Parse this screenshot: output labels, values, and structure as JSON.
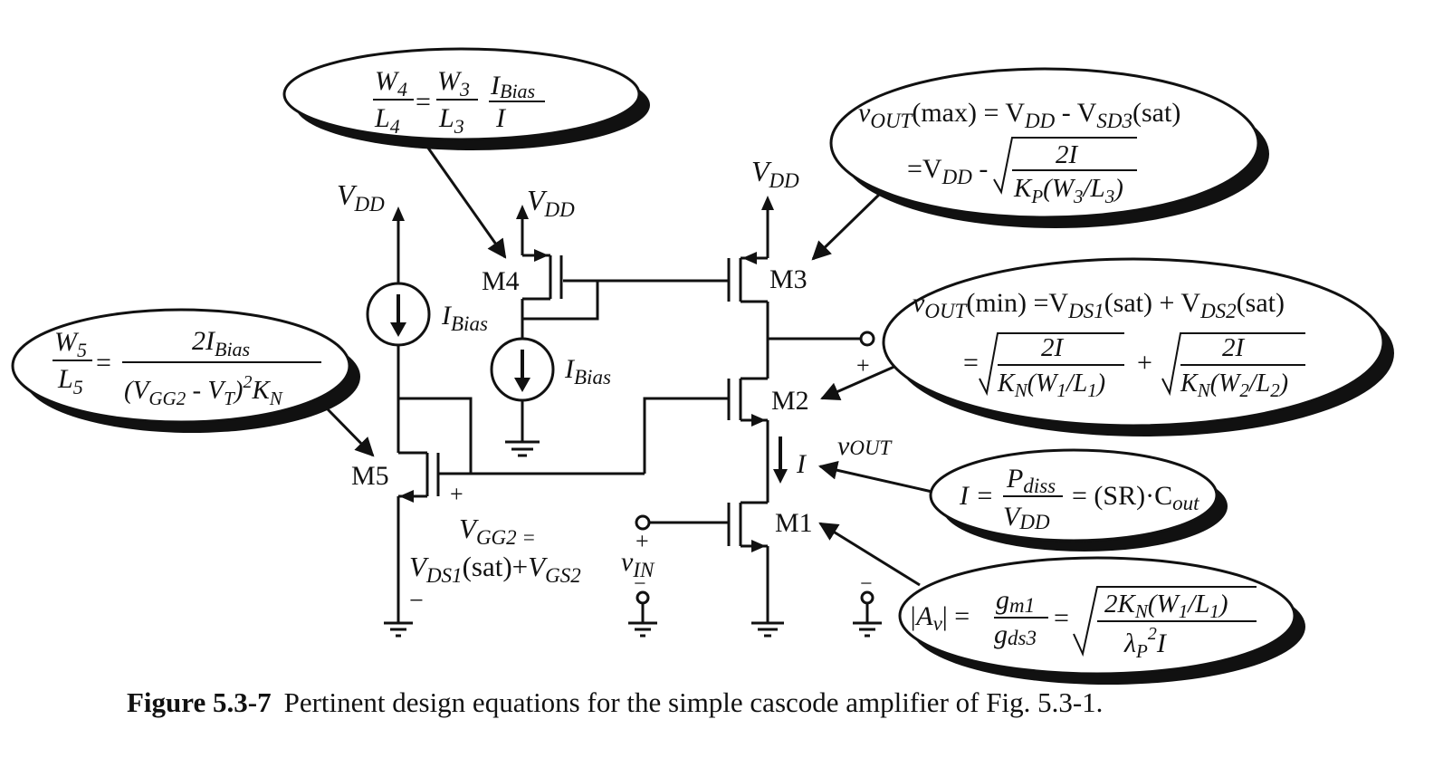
{
  "caption": {
    "label": "Figure 5.3-7",
    "text": "Pertinent design equations for the simple cascode amplifier of Fig. 5.3-1."
  },
  "labels": {
    "vdd": "DD",
    "v": "V",
    "m1": "M1",
    "m2": "M2",
    "m3": "M3",
    "m4": "M4",
    "m5": "M5",
    "ibias": "Bias",
    "i": "I",
    "vout": "OUT",
    "vin": "IN",
    "plus": "+",
    "minus": "−",
    "vgg2_line1": "GG2 =",
    "vgg2_line2a": "DS1",
    "vgg2_line2b": "(sat)+",
    "vgg2_line2c": "GS2"
  },
  "equations": {
    "w4": {
      "W": "W",
      "L": "L",
      "I": "I",
      "sub4": "4",
      "sub3": "3",
      "bias": "Bias",
      "eq": "="
    },
    "w5": {
      "W": "W",
      "L": "L",
      "sub5": "5",
      "eq": "=",
      "num": "2I",
      "bias": "Bias",
      "den_a": "(V",
      "den_b": "GG2",
      "den_c": " - V",
      "den_d": "T",
      "den_e": ")",
      "den_f": "2",
      "den_g": "K",
      "den_h": "N"
    },
    "voutmax": {
      "a": "OUT",
      "b": "(max) = V",
      "c": "DD",
      "d": " - V",
      "e": "SD3",
      "f": "(sat)",
      "g": "=V",
      "h": "DD",
      "i": " -",
      "num": "2I",
      "den_a": "K",
      "den_b": "P",
      "den_c": "(W",
      "den_d": "3",
      "den_e": "/L",
      "den_f": "3",
      "den_g": ")"
    },
    "voutmin": {
      "a": "OUT",
      "b": "(min) =V",
      "c": "DS1",
      "d": "(sat) + V",
      "e": "DS2",
      "f": "(sat)",
      "eq": "=",
      "plus": "+",
      "num": "2I",
      "k": "K",
      "n": "N",
      "w": "(W",
      "s1": "1",
      "s2": "2",
      "l": "/L",
      "close": ")"
    },
    "current": {
      "a": "I =",
      "p": "P",
      "diss": "diss",
      "vdd_v": "V",
      "vdd_dd": "DD",
      "eq": "= (SR)·C",
      "out": "out"
    },
    "gain": {
      "a": "|A",
      "v": "v",
      "b": "| =",
      "g1": "g",
      "m1": "m1",
      "g2": "g",
      "ds3": "ds3",
      "eq": "=",
      "num_a": "2K",
      "num_b": "N",
      "num_c": "(W",
      "num_d": "1",
      "num_e": "/L",
      "num_f": "1",
      "num_g": ")",
      "den_a": "λ",
      "den_b": "P",
      "den_c": "2",
      "den_d": "I"
    }
  }
}
